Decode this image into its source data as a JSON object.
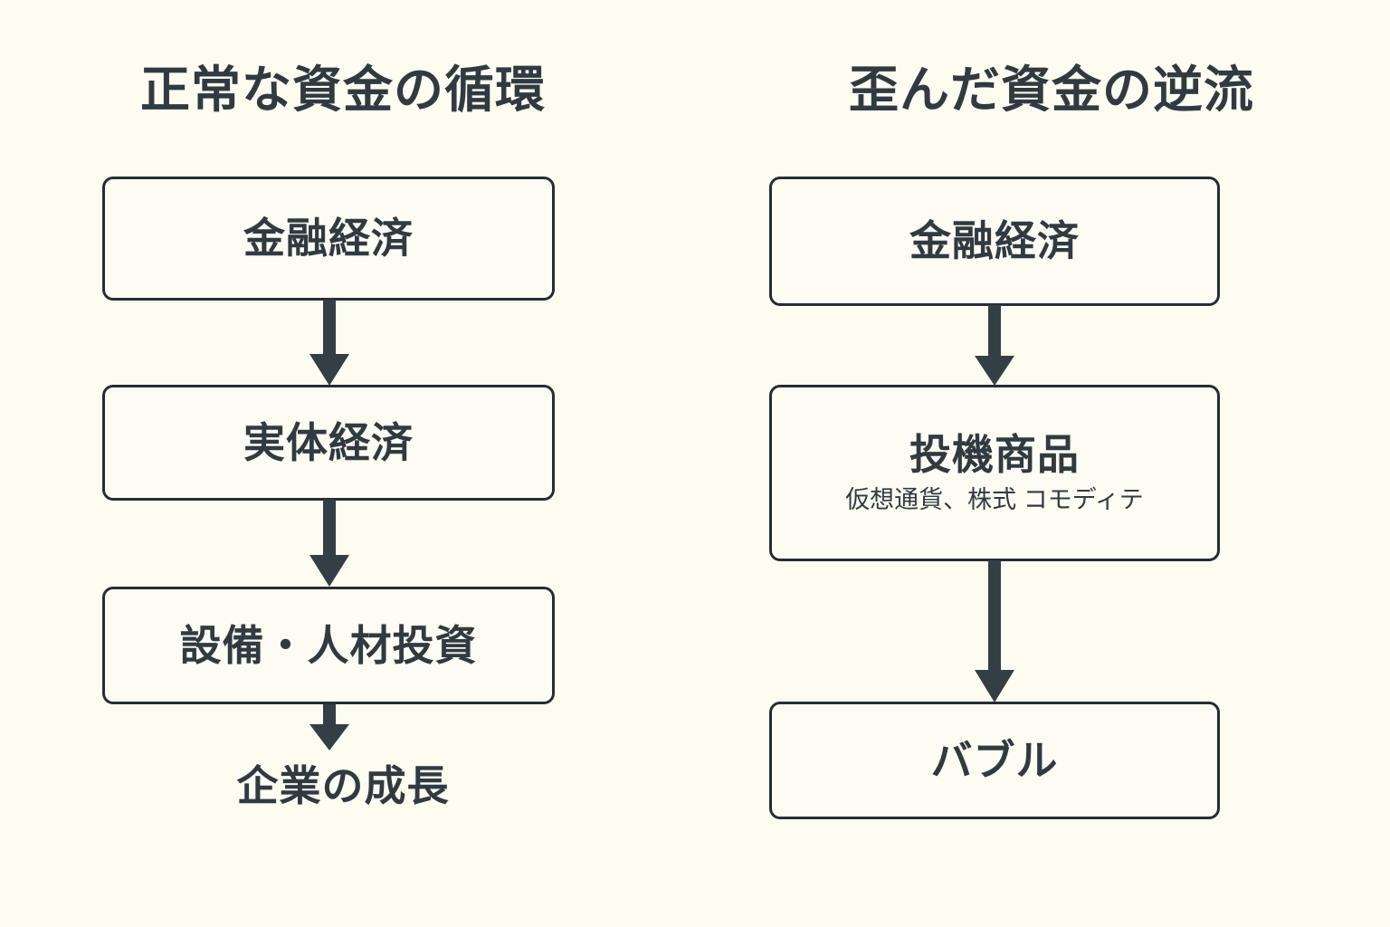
{
  "diagram": {
    "background_color": "#fdfcf0",
    "ink_color": "#313a41",
    "border_color": "#262d33",
    "arrow_color": "#343e45",
    "columns": [
      {
        "id": "normal-cycle",
        "title": "正常な資金の循環",
        "nodes": [
          {
            "label": "金融経済",
            "sub": "",
            "boxed": true
          },
          {
            "label": "実体経済",
            "sub": "",
            "boxed": true
          },
          {
            "label": "設備・人材投資",
            "sub": "",
            "boxed": true
          },
          {
            "label": "企業の成長",
            "sub": "",
            "boxed": false
          }
        ],
        "arrows": 3
      },
      {
        "id": "distorted-reverse-flow",
        "title": "歪んだ資金の逆流",
        "nodes": [
          {
            "label": "金融経済",
            "sub": "",
            "boxed": true
          },
          {
            "label": "投機商品",
            "sub": "仮想通貨、株式 コモディテ",
            "boxed": true
          },
          {
            "label": "バブル",
            "sub": "",
            "boxed": true
          }
        ],
        "arrows": 2
      }
    ]
  }
}
